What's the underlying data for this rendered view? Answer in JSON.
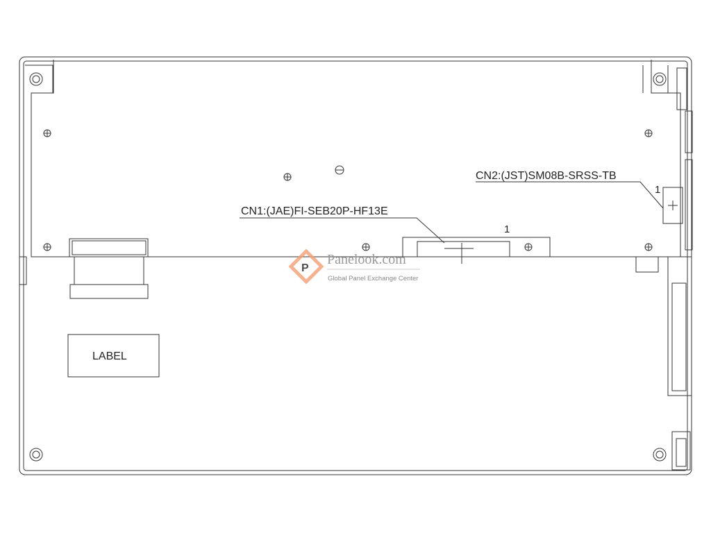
{
  "labels": {
    "cn1": "CN1:(JAE)FI-SEB20P-HF13E",
    "cn2": "CN2:(JST)SM08B-SRSS-TB",
    "pin1_cn1": "1",
    "pin1_cn2": "1",
    "label_box": "LABEL"
  },
  "watermark": {
    "brand": "Panelook.com",
    "tagline": "Global Panel Exchange Center",
    "color": "#f4a072"
  }
}
